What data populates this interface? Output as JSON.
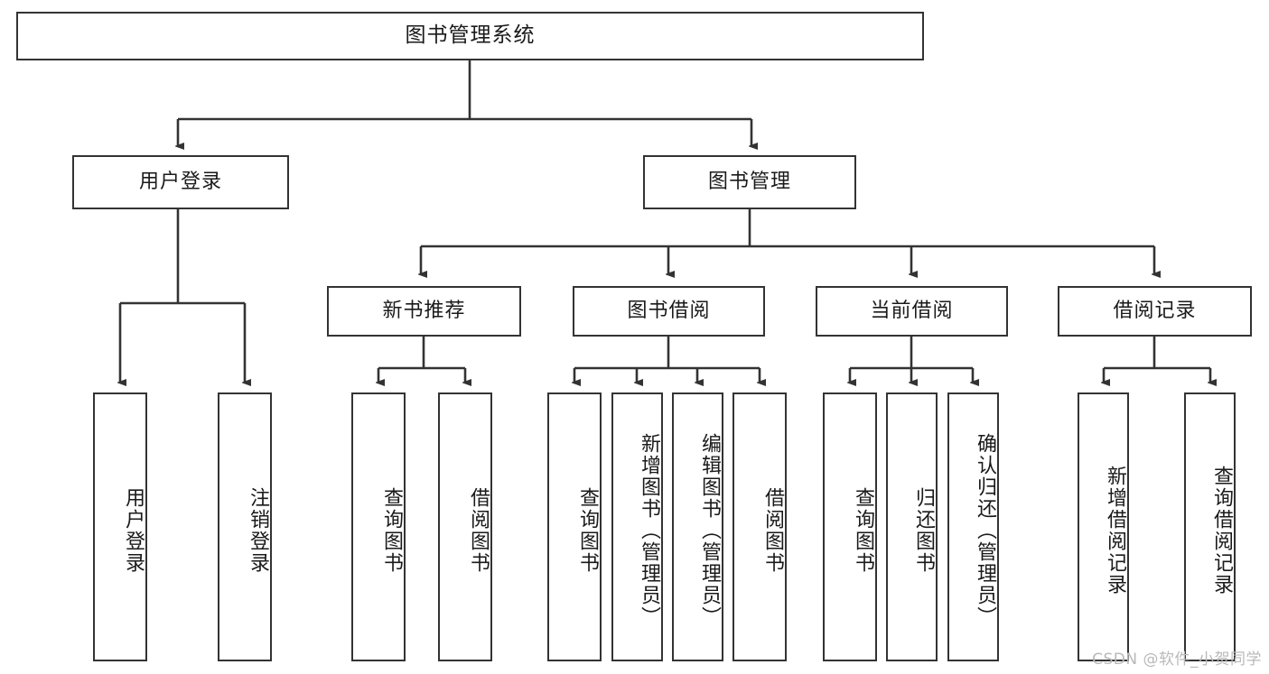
{
  "diagram": {
    "title": "图书管理系统",
    "type": "tree",
    "background_color": "#ffffff",
    "line_color": "#333333",
    "box_border_color": "#333333",
    "box_fill_color": "#ffffff",
    "text_color": "#1a1a1a"
  },
  "root": {
    "label": "图书管理系统"
  },
  "level2": [
    {
      "label": "用户登录"
    },
    {
      "label": "图书管理"
    }
  ],
  "level3": [
    {
      "label": "新书推荐"
    },
    {
      "label": "图书借阅"
    },
    {
      "label": "当前借阅"
    },
    {
      "label": "借阅记录"
    }
  ],
  "leaves": {
    "user_login": [
      {
        "label": "用户登录"
      },
      {
        "label": "注销登录"
      }
    ],
    "new_book_recommend": [
      {
        "label": "查询图书"
      },
      {
        "label": "借阅图书"
      }
    ],
    "book_borrow": [
      {
        "label": "查询图书"
      },
      {
        "label": "新增图书（管理员）"
      },
      {
        "label": "编辑图书（管理员）"
      },
      {
        "label": "借阅图书"
      }
    ],
    "current_borrow": [
      {
        "label": "查询图书"
      },
      {
        "label": "归还图书"
      },
      {
        "label": "确认归还（管理员）"
      }
    ],
    "borrow_record": [
      {
        "label": "新增借阅记录"
      },
      {
        "label": "查询借阅记录"
      }
    ]
  },
  "watermark": {
    "text": "CSDN @软件_小贺同学"
  }
}
